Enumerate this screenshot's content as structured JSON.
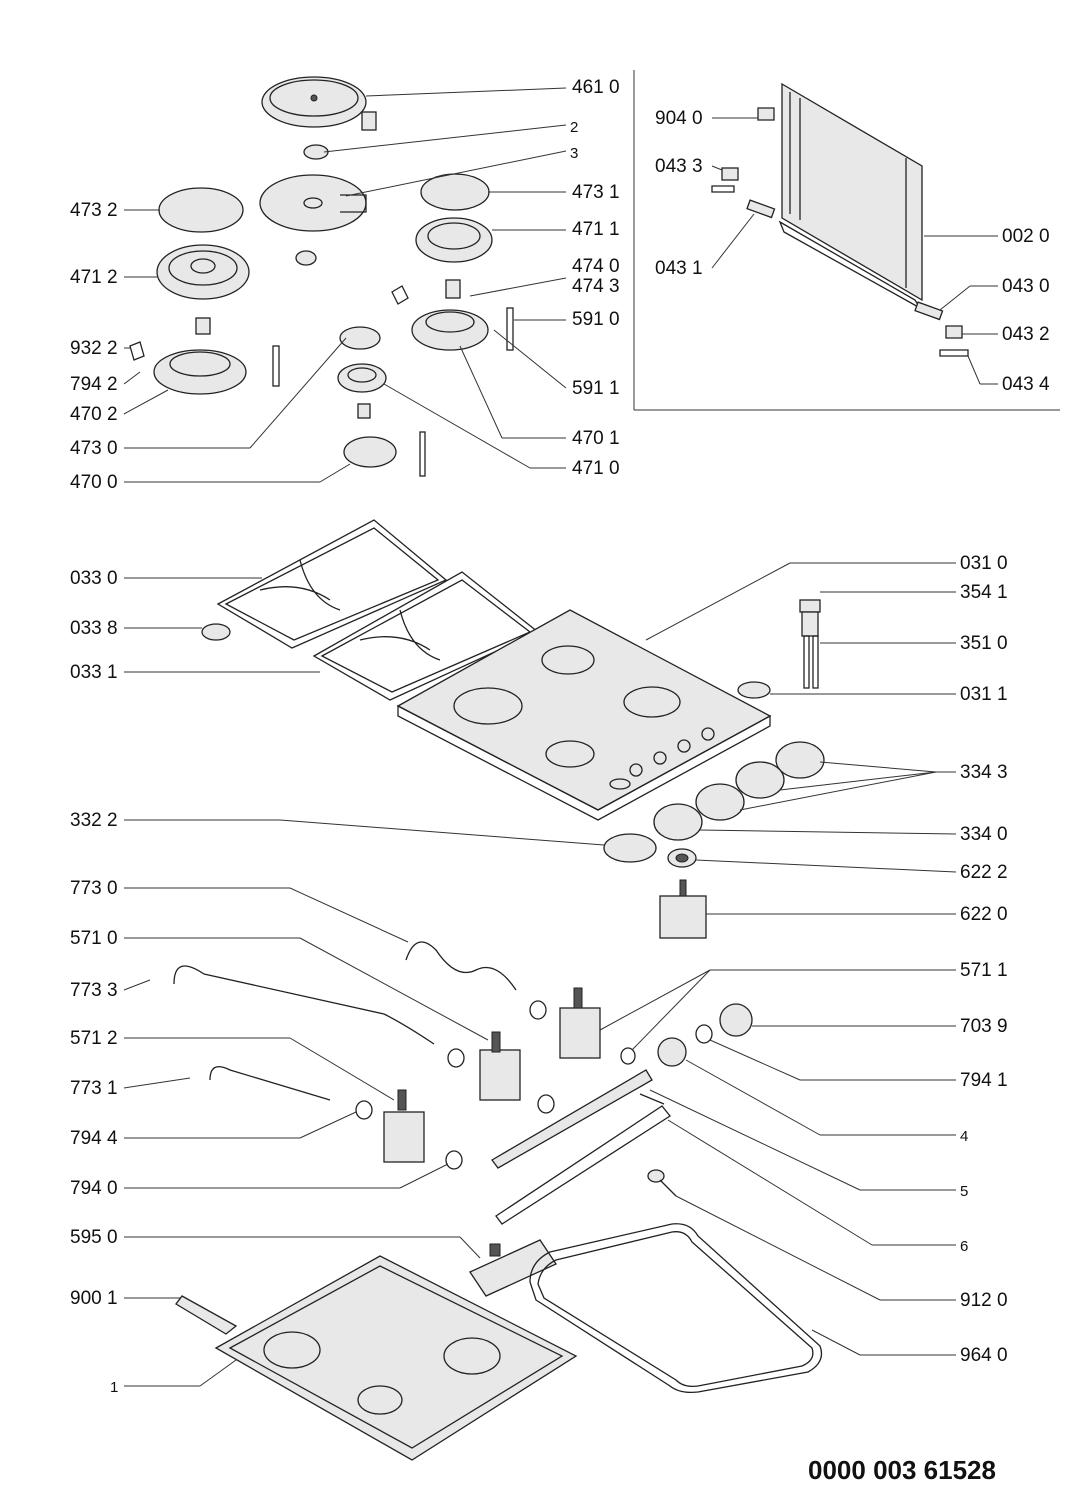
{
  "labels": {
    "l4610": "461 0",
    "l2": "2",
    "l3": "3",
    "l4732": "473 2",
    "l4731": "473 1",
    "l4712": "471 2",
    "l4711": "471 1",
    "l4740": "474 0",
    "l4743": "474 3",
    "l5910": "591 0",
    "l9322": "932 2",
    "l7942": "794 2",
    "l4702": "470 2",
    "l5911": "591 1",
    "l4730": "473 0",
    "l4701": "470 1",
    "l4700": "470 0",
    "l4710": "471 0",
    "l9040": "904 0",
    "l0433": "043 3",
    "l0020": "002 0",
    "l0431": "043 1",
    "l0430": "043 0",
    "l0432": "043 2",
    "l0434": "043 4",
    "l0330": "033 0",
    "l0310": "031 0",
    "l3541": "354 1",
    "l0338": "033 8",
    "l3510": "351 0",
    "l0331": "033 1",
    "l0311": "031 1",
    "l3343": "334 3",
    "l3322": "332 2",
    "l3340": "334 0",
    "l6222": "622 2",
    "l7730": "773 0",
    "l6220": "622 0",
    "l5710": "571 0",
    "l5711": "571 1",
    "l7733": "773 3",
    "l5712": "571 2",
    "l7039": "703 9",
    "l7941": "794 1",
    "l7731": "773 1",
    "l4": "4",
    "l7944": "794 4",
    "l7940": "794 0",
    "l5": "5",
    "l6": "6",
    "l5950": "595 0",
    "l9001": "900 1",
    "l9120": "912 0",
    "l9640": "964 0",
    "l1": "1"
  },
  "document_number": "0000 003 61528"
}
